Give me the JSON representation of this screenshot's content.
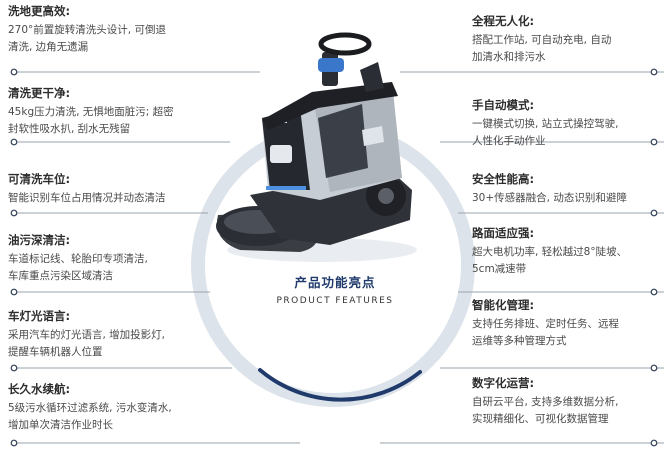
{
  "center": {
    "title_cn": "产品功能亮点",
    "title_en": "PRODUCT FEATURES"
  },
  "colors": {
    "ring": "#dde3ea",
    "accent": "#1f3a6b",
    "line": "#9aa3ad",
    "dot": "#2d3e55"
  },
  "left_features": [
    {
      "title": "洗地更高效:",
      "lines": [
        "270°前置旋转清洗头设计, 可倒退",
        "清洗, 边角无遗漏"
      ]
    },
    {
      "title": "清洗更干净:",
      "lines": [
        "45kg压力清洗, 无惧地面脏污; 超密",
        "封软性吸水扒, 刮水无残留"
      ]
    },
    {
      "title": "可清洗车位:",
      "lines": [
        "智能识别车位占用情况并动态清洁"
      ]
    },
    {
      "title": "油污深清洁:",
      "lines": [
        "车道标记线、轮胎印专项清洁,",
        "车库重点污染区域清洁"
      ]
    },
    {
      "title": "车灯光语言:",
      "lines": [
        "采用汽车的灯光语言, 增加投影灯,",
        "提醒车辆机器人位置"
      ]
    },
    {
      "title": "长久水续航:",
      "lines": [
        "5级污水循环过滤系统, 污水变清水,",
        "增加单次清洁作业时长"
      ]
    }
  ],
  "right_features": [
    {
      "title": "全程无人化:",
      "lines": [
        "搭配工作站, 可自动充电, 自动",
        "加清水和排污水"
      ]
    },
    {
      "title": "手自动模式:",
      "lines": [
        "一键模式切换, 站立式操控驾驶,",
        "人性化手动作业"
      ]
    },
    {
      "title": "安全性能高:",
      "lines": [
        "30+传感器融合, 动态识别和避障"
      ]
    },
    {
      "title": "路面适应强:",
      "lines": [
        "超大电机功率, 轻松越过8°陡坡、",
        "5cm减速带"
      ]
    },
    {
      "title": "智能化管理:",
      "lines": [
        "支持任务排班、定时任务、远程",
        "运维等多种管理方式"
      ]
    },
    {
      "title": "数字化运营:",
      "lines": [
        "自研云平台, 支持多维数据分析,",
        "实现精细化、可视化数据管理"
      ]
    }
  ]
}
